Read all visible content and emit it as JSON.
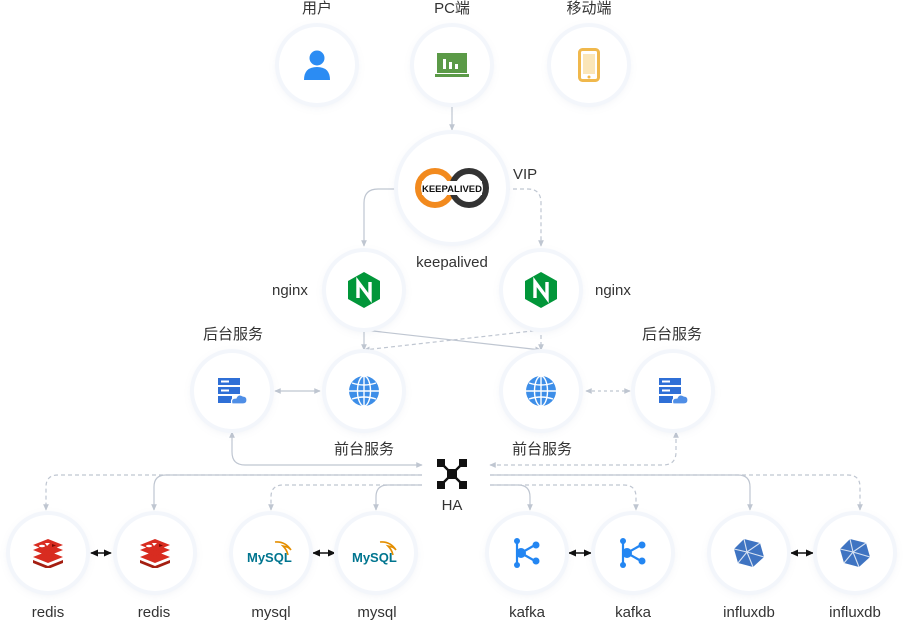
{
  "clients": {
    "user_label": "用户",
    "pc_label": "PC端",
    "mobile_label": "移动端"
  },
  "keepalived": {
    "logo_text": "KEEPALIVED",
    "label": "keepalived",
    "vip_label": "VIP"
  },
  "nginx": {
    "left_label": "nginx",
    "right_label": "nginx"
  },
  "backend": {
    "left_label": "后台服务",
    "right_label": "后台服务"
  },
  "frontend": {
    "left_label": "前台服务",
    "right_label": "前台服务"
  },
  "ha": {
    "label": "HA"
  },
  "storage": {
    "redis1": "redis",
    "redis2": "redis",
    "mysql1": "mysql",
    "mysql2": "mysql",
    "mysql_logo": "MySQL",
    "kafka1": "kafka",
    "kafka2": "kafka",
    "influx1": "influxdb",
    "influx2": "influxdb"
  },
  "colors": {
    "user": "#2b8cf3",
    "pc": "#5b9a47",
    "mobile": "#f0b84c",
    "nginx": "#019639",
    "globe": "#3d8ee8",
    "server": "#2f6fd6",
    "redis": "#d82c20",
    "kafka": "#2386f2",
    "influx": "#3f74c2",
    "line": "#bfc6d1"
  }
}
